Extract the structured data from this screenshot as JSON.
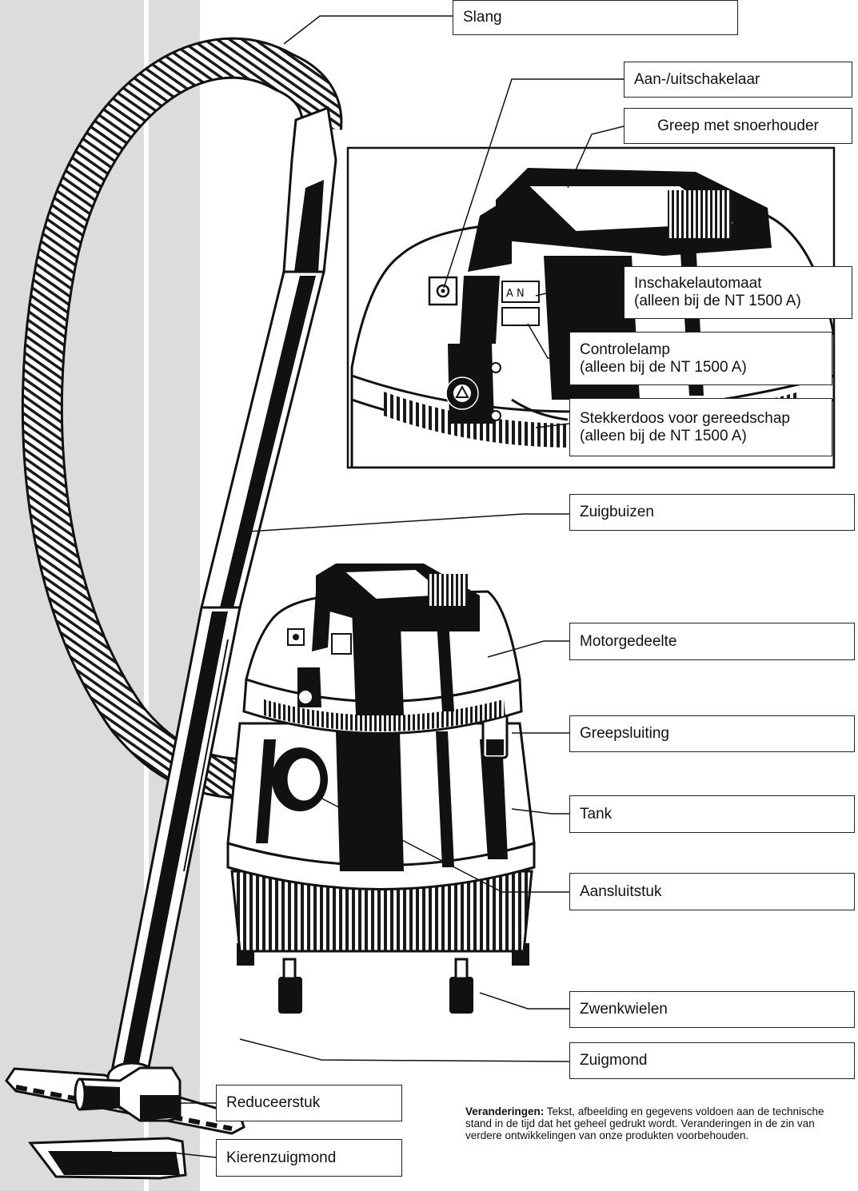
{
  "labels": {
    "slang": "Slang",
    "aan_uit": "Aan-/uitschakelaar",
    "greep": "Greep met snoerhouder",
    "inschakel_1": "Inschakelautomaat",
    "inschakel_2": "(alleen bij de NT 1500 A)",
    "controle_1": "Controlelamp",
    "controle_2": "(alleen bij de NT 1500 A)",
    "stekker_1": "Stekkerdoos voor gereedschap",
    "stekker_2": "(alleen bij de NT 1500 A)",
    "zuigbuizen": "Zuigbuizen",
    "motorgedeelte": "Motorgedeelte",
    "greepsluiting": "Greepsluiting",
    "tank": "Tank",
    "aansluitstuk": "Aansluitstuk",
    "zwenkwielen": "Zwenkwielen",
    "zuigmond": "Zuigmond",
    "reduceerstuk": "Reduceerstuk",
    "kierenzuigmond": "Kierenzuigmond"
  },
  "panel_marks": {
    "switch_letters": "A N"
  },
  "footnote": {
    "bold": "Veranderingen:",
    "text": " Tekst, afbeelding en gegevens voldoen aan de technische stand in de tijd dat het geheel gedrukt wordt. Veranderingen in de zin van verdere ontwikkelingen van onze produkten voorbehouden."
  },
  "colors": {
    "margin_band": "#dcdcdc",
    "ink": "#111111",
    "paper": "#ffffff"
  }
}
